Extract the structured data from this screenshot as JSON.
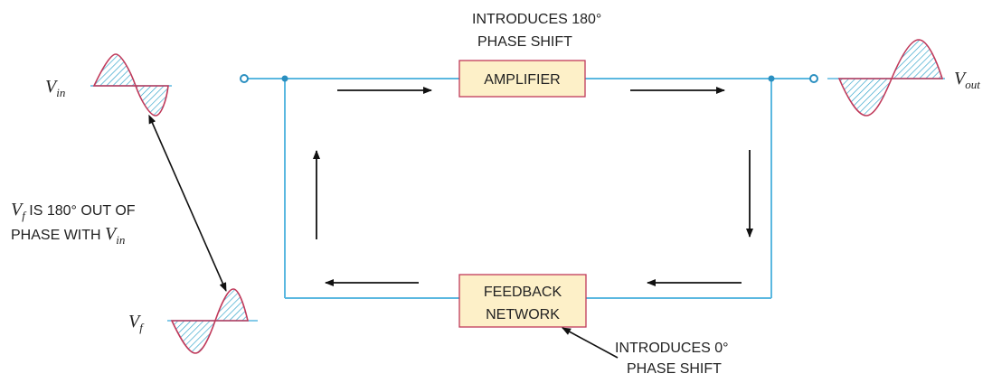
{
  "amplifier": {
    "label": "AMPLIFIER"
  },
  "feedback_network": {
    "line1": "FEEDBACK",
    "line2": "NETWORK"
  },
  "amp_annotation": {
    "line1": "INTRODUCES 180°",
    "line2": "PHASE SHIFT"
  },
  "fb_annotation": {
    "line1": "INTRODUCES 0°",
    "line2": "PHASE SHIFT"
  },
  "vin_label": {
    "symbol": "V",
    "subscript": "in"
  },
  "vout_label": {
    "symbol": "V",
    "subscript": "out"
  },
  "vf_label": {
    "symbol": "V",
    "subscript": "f"
  },
  "phase_note": {
    "line1_symbol": "V",
    "line1_sub": "f",
    "line1_text": " IS 180° OUT OF",
    "line2_text": "PHASE WITH ",
    "line2_symbol": "V",
    "line2_sub": "in"
  },
  "colors": {
    "wire": "#5bb8e0",
    "box_fill": "#fdf0c8",
    "box_stroke": "#c0395a",
    "wave_stroke": "#c0395a",
    "hatch": "#2aa0c8",
    "arrow": "#111111",
    "terminal": "#2a8fc0"
  }
}
